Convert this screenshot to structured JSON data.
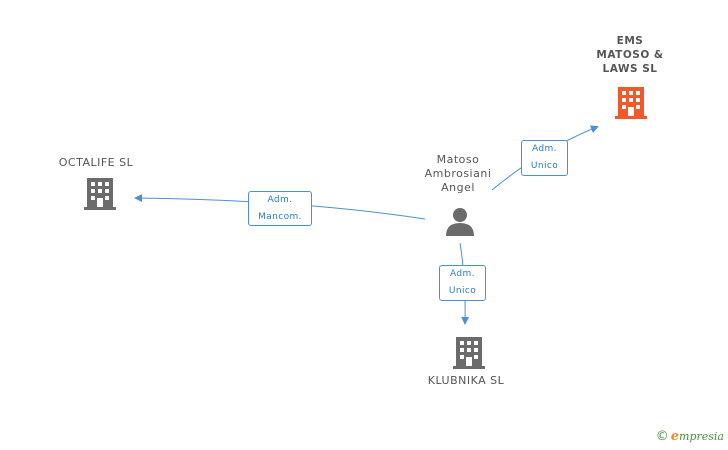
{
  "nodes": {
    "person": {
      "name_lines": [
        "Matoso",
        "Ambrosiani",
        "Angel"
      ]
    },
    "ems": {
      "name_lines": [
        "EMS",
        "MATOSO &",
        "LAWS SL"
      ]
    },
    "octalife": {
      "name": "OCTALIFE SL"
    },
    "klubnika": {
      "name": "KLUBNIKA SL"
    }
  },
  "edges": {
    "to_ems": {
      "line1": "Adm.",
      "line2": "Unico"
    },
    "to_octalife": {
      "line1": "Adm.",
      "line2": "Mancom."
    },
    "to_klubnika": {
      "line1": "Adm.",
      "line2": "Unico"
    }
  },
  "colors": {
    "edge": "#4a90d9",
    "building_gray": "#6b6b6b",
    "building_highlight": "#f0592a",
    "person": "#6b6b6b"
  },
  "brand": {
    "copyright": "©",
    "initial": "e",
    "rest": "mpresia"
  }
}
